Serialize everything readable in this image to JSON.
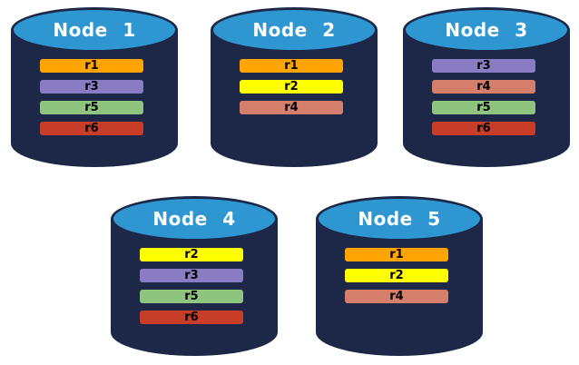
{
  "palette": {
    "cylinder_body": "#1D2849",
    "cylinder_top": "#2E97D1",
    "title_text": "#FFFFFF",
    "replica_text": "#000000",
    "replica_r1": "#FFA402",
    "replica_r2": "#FFFF00",
    "replica_r3": "#8A7CC2",
    "replica_r4": "#D67E6C",
    "replica_r5": "#8FC47E",
    "replica_r6": "#C73D27"
  },
  "nodes": [
    {
      "title": "Node 1",
      "replicas": [
        {
          "label": "r1",
          "color": "#FFA402"
        },
        {
          "label": "r3",
          "color": "#8A7CC2"
        },
        {
          "label": "r5",
          "color": "#8FC47E"
        },
        {
          "label": "r6",
          "color": "#C73D27"
        }
      ]
    },
    {
      "title": "Node 2",
      "replicas": [
        {
          "label": "r1",
          "color": "#FFA402"
        },
        {
          "label": "r2",
          "color": "#FFFF00"
        },
        {
          "label": "r4",
          "color": "#D67E6C"
        }
      ]
    },
    {
      "title": "Node 3",
      "replicas": [
        {
          "label": "r3",
          "color": "#8A7CC2"
        },
        {
          "label": "r4",
          "color": "#D67E6C"
        },
        {
          "label": "r5",
          "color": "#8FC47E"
        },
        {
          "label": "r6",
          "color": "#C73D27"
        }
      ]
    },
    {
      "title": "Node 4",
      "replicas": [
        {
          "label": "r2",
          "color": "#FFFF00"
        },
        {
          "label": "r3",
          "color": "#8A7CC2"
        },
        {
          "label": "r5",
          "color": "#8FC47E"
        },
        {
          "label": "r6",
          "color": "#C73D27"
        }
      ]
    },
    {
      "title": "Node 5",
      "replicas": [
        {
          "label": "r1",
          "color": "#FFA402"
        },
        {
          "label": "r2",
          "color": "#FFFF00"
        },
        {
          "label": "r4",
          "color": "#D67E6C"
        }
      ]
    }
  ]
}
